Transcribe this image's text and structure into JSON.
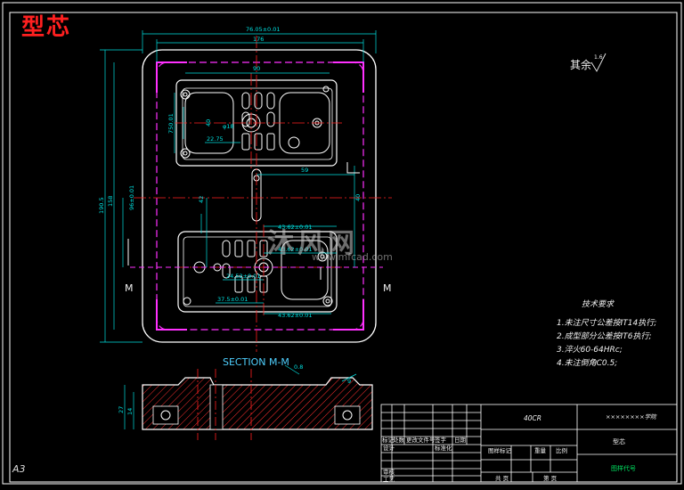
{
  "title": "型芯",
  "sheet_size": "A3",
  "watermark": {
    "brand": "沐风网",
    "url": "www.mfcad.com"
  },
  "surface_finish": {
    "label": "其余",
    "value": "1.6"
  },
  "section": {
    "label": "SECTION M-M",
    "marker": "M"
  },
  "dimensions": {
    "overall_width": "76.05±0.01",
    "inner_width": "176",
    "top_90": "90",
    "left_a": "750.01",
    "left_40": "40",
    "phi_18": "φ18",
    "dim_2275": "22.75",
    "dim_42": "42",
    "dim_59": "59",
    "dim_40r": "40",
    "height_overall": "190.5",
    "height_inner": "158",
    "height_b": "96±0.01",
    "dim_1": "43.62±0.01",
    "dim_2": "43.62±0.01",
    "dim_3": "24.52±0.01",
    "dim_4": "37.5±0.01",
    "dim_5": "43.62±0.01",
    "sec_08": "0.8",
    "sec_14": "14",
    "sec_27": "27",
    "sec_9": "9"
  },
  "technical_requirements": {
    "heading": "技术要求",
    "items": [
      "1.未注尺寸公差按IT14执行;",
      "2.成型部分公差按IT6执行;",
      "3.淬火60-64HRc;",
      "4.未注倒角C0.5;"
    ]
  },
  "title_block": {
    "material": "40CR",
    "school": "××××××××学院",
    "part_name": "型芯",
    "drawing_no": "图样代号",
    "row_headers": [
      "标记",
      "处数",
      "更改文件号",
      "签字",
      "日期"
    ],
    "design_label": "设计",
    "standard_label": "标准化",
    "review_label": "审核",
    "process_label": "工艺",
    "stage_label": "图样标记",
    "weight_label": "重量",
    "scale_label": "比例",
    "sheets_total": "共 页",
    "sheet_no": "第 页"
  },
  "colors": {
    "outline": "#ffffff",
    "dimension": "#00e0e0",
    "center_line": "#ff2020",
    "hidden_line": "#ff30ff",
    "title": "#ff2020",
    "hatch": "#ff3030",
    "section_label": "#4fd0ff"
  }
}
